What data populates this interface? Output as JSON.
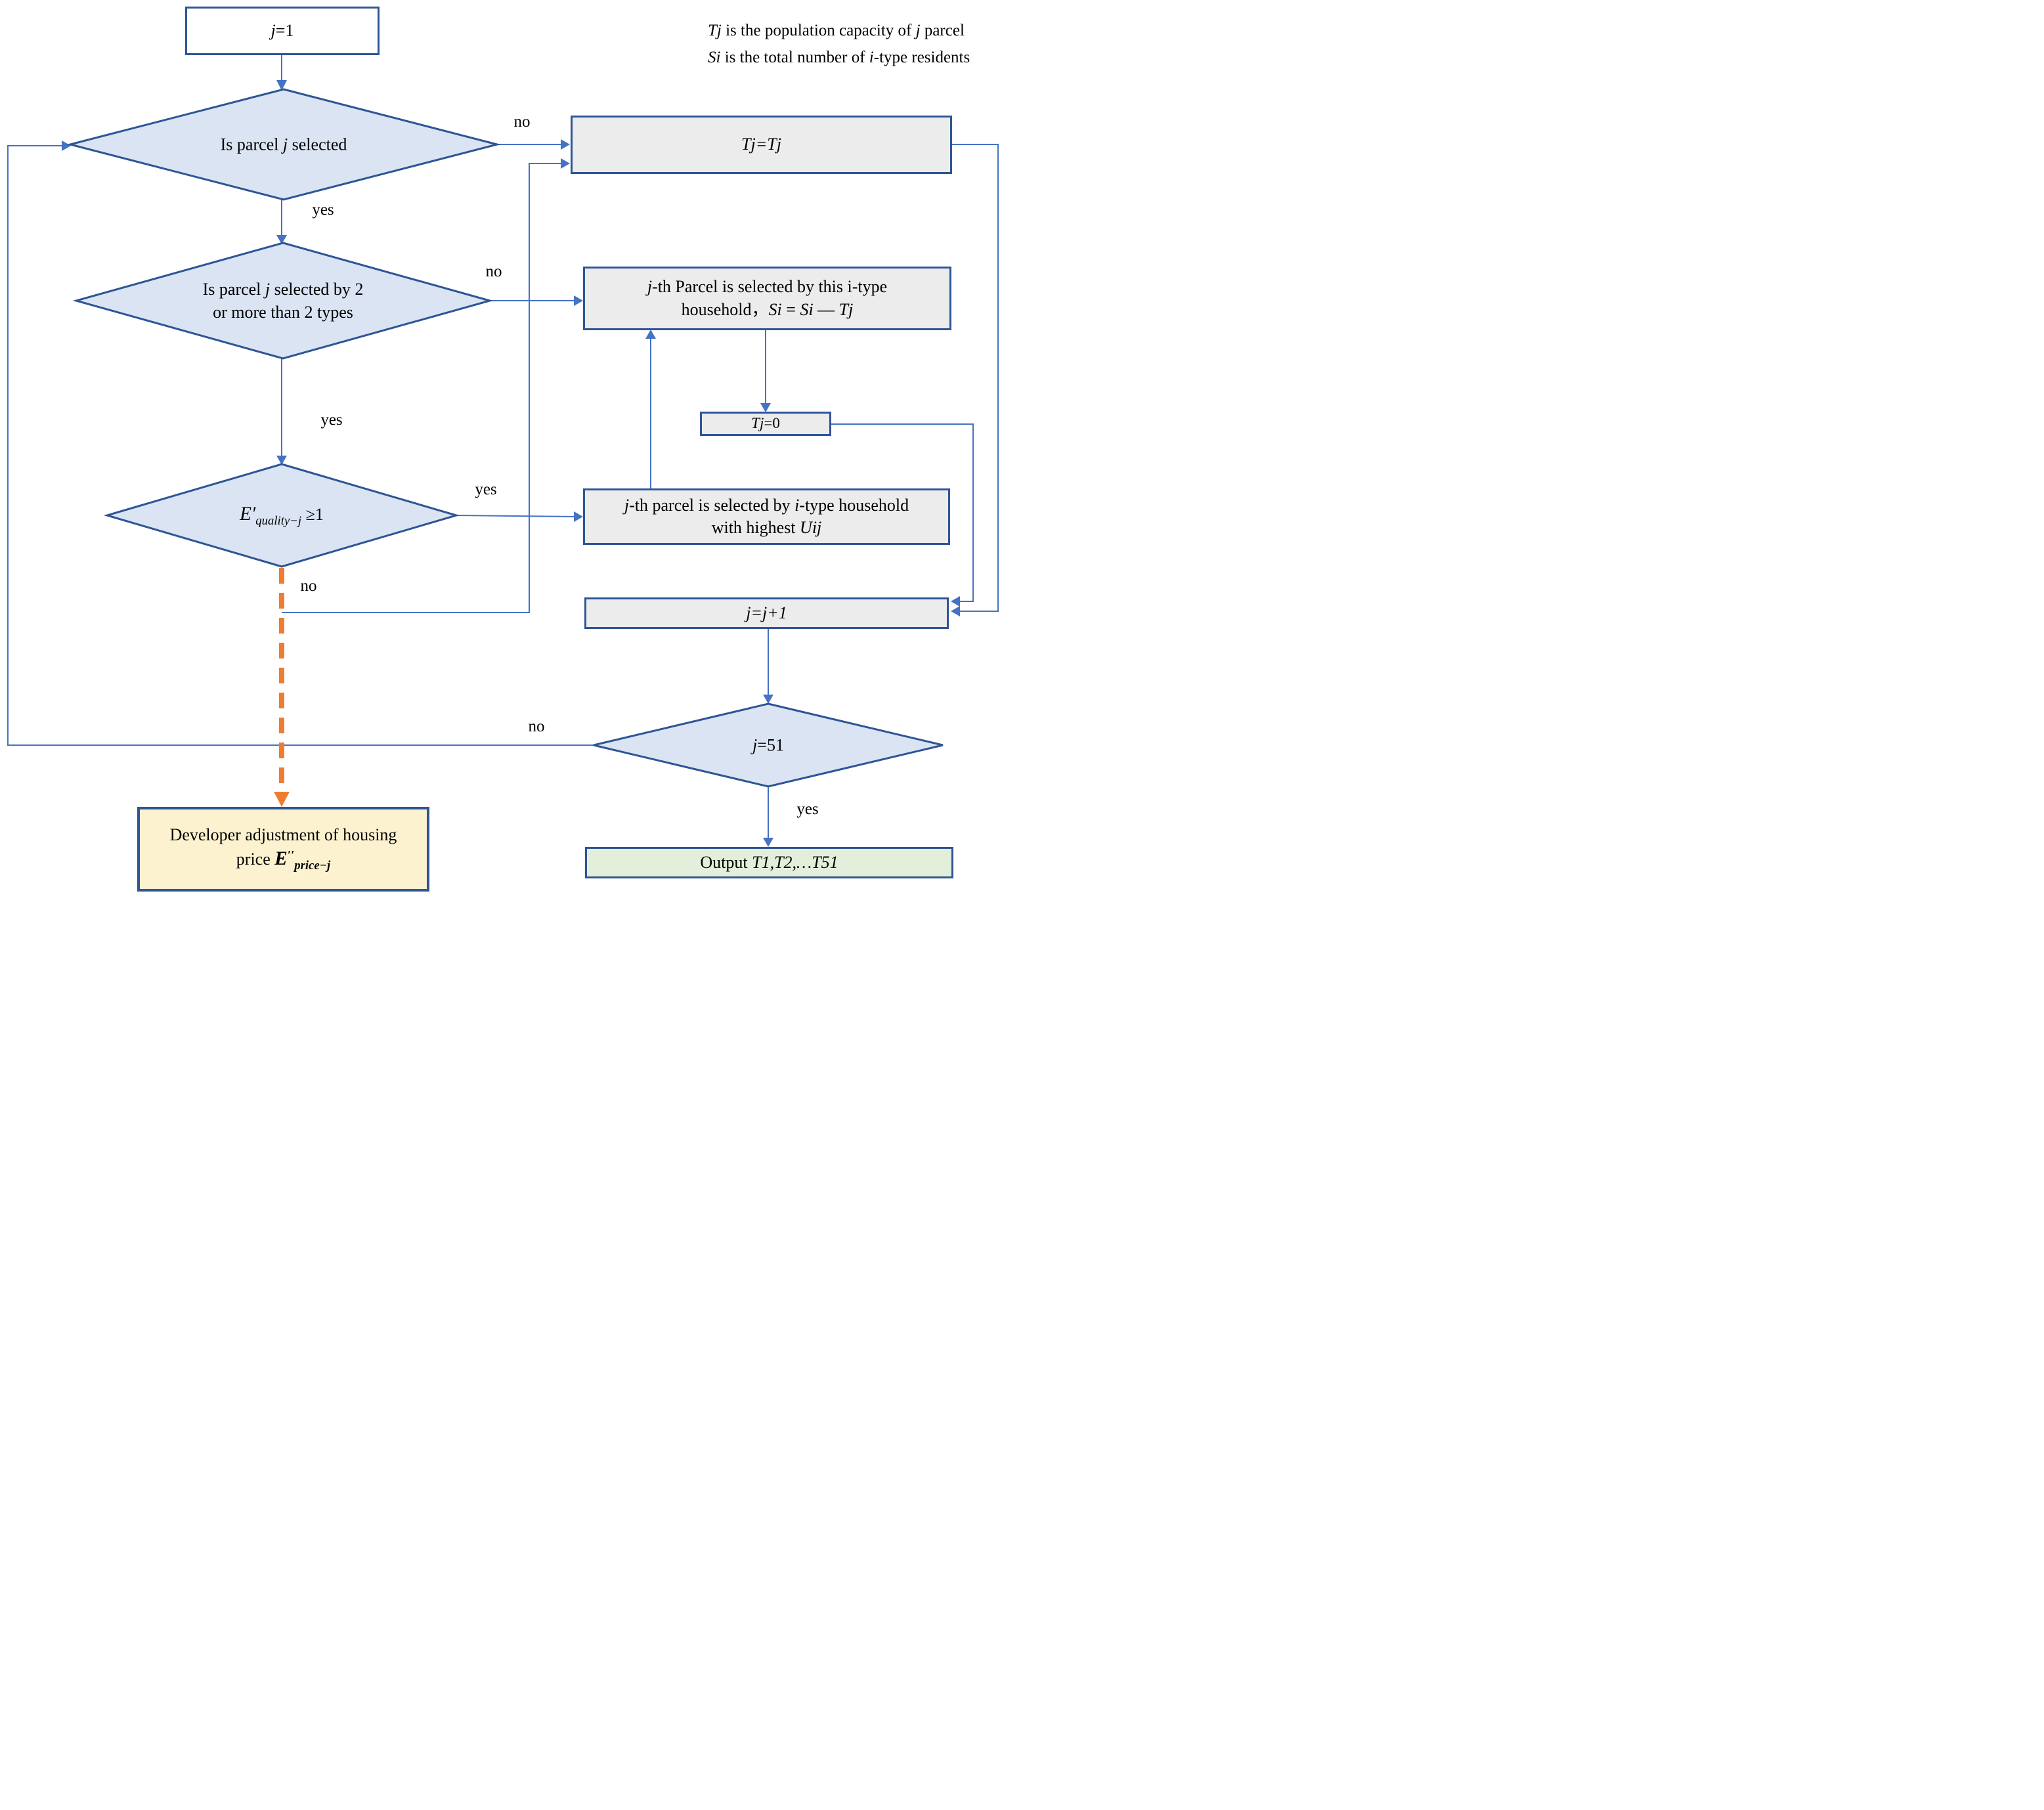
{
  "title": "Parcel selection flowchart",
  "colors": {
    "line_blue": "#4472c4",
    "shape_border": "#2e5596",
    "diamond_fill": "#dbe4f2",
    "box_gray": "#ececec",
    "box_yellow": "#fdf2cf",
    "box_green": "#e3efda",
    "orange": "#ed7d31"
  },
  "annotation": {
    "line1": [
      {
        "t": "Tj"
      },
      {
        "t": " is the population capacity of "
      },
      {
        "t": "j"
      },
      {
        "t": " parcel"
      }
    ],
    "line2": [
      {
        "t": "Si"
      },
      {
        "t": " is the total number of "
      },
      {
        "t": "i"
      },
      {
        "t": "-type residents"
      }
    ]
  },
  "labels": {
    "no1": "no",
    "yes1": "yes",
    "no2": "no",
    "yes2": "yes",
    "yes3": "yes",
    "no3": "no",
    "no4": "no",
    "yes4": "yes"
  },
  "nodes": {
    "start": {
      "parts": [
        {
          "t": "j"
        },
        {
          "t": "=1"
        }
      ]
    },
    "d1": {
      "parts": [
        {
          "t": "Is parcel "
        },
        {
          "t": "j"
        },
        {
          "t": " selected"
        }
      ]
    },
    "tjtj": {
      "parts": [
        {
          "t": "Tj=Tj"
        }
      ]
    },
    "d2": {
      "line1": [
        {
          "t": "Is parcel "
        },
        {
          "t": "j"
        },
        {
          "t": " selected by 2"
        }
      ],
      "line2": [
        {
          "t": "or more than 2 types"
        }
      ]
    },
    "si": {
      "line1": [
        {
          "t": "j"
        },
        {
          "t": "-th Parcel is selected by this i-type"
        }
      ],
      "line2": [
        {
          "t": "household，"
        },
        {
          "t": "Si"
        },
        {
          "t": " = "
        },
        {
          "t": "Si"
        },
        {
          "t": " — "
        },
        {
          "t": "Tj"
        }
      ]
    },
    "tj0": {
      "parts": [
        {
          "t": "Tj"
        },
        {
          "t": "=0"
        }
      ]
    },
    "d3": {
      "parts": [
        {
          "t": "E′"
        },
        {
          "t": "quality−j"
        },
        {
          "t": " ≥1"
        }
      ]
    },
    "uij": {
      "line1": [
        {
          "t": "j"
        },
        {
          "t": "-th parcel is selected by "
        },
        {
          "t": "i"
        },
        {
          "t": "-type household"
        }
      ],
      "line2": [
        {
          "t": "with highest "
        },
        {
          "t": "Uij"
        }
      ]
    },
    "jj1": {
      "parts": [
        {
          "t": "j=j+1"
        }
      ]
    },
    "d4": {
      "parts": [
        {
          "t": "j"
        },
        {
          "t": "=51"
        }
      ]
    },
    "dev": {
      "line1": [
        {
          "t": "Developer adjustment of  housing"
        }
      ],
      "line2": [
        {
          "t": "price "
        },
        {
          "t": "E"
        },
        {
          "t": "′′"
        },
        {
          "t": "price−j"
        }
      ]
    },
    "output": {
      "parts": [
        {
          "t": "Output "
        },
        {
          "t": "T1,T2,…T51"
        }
      ]
    }
  }
}
